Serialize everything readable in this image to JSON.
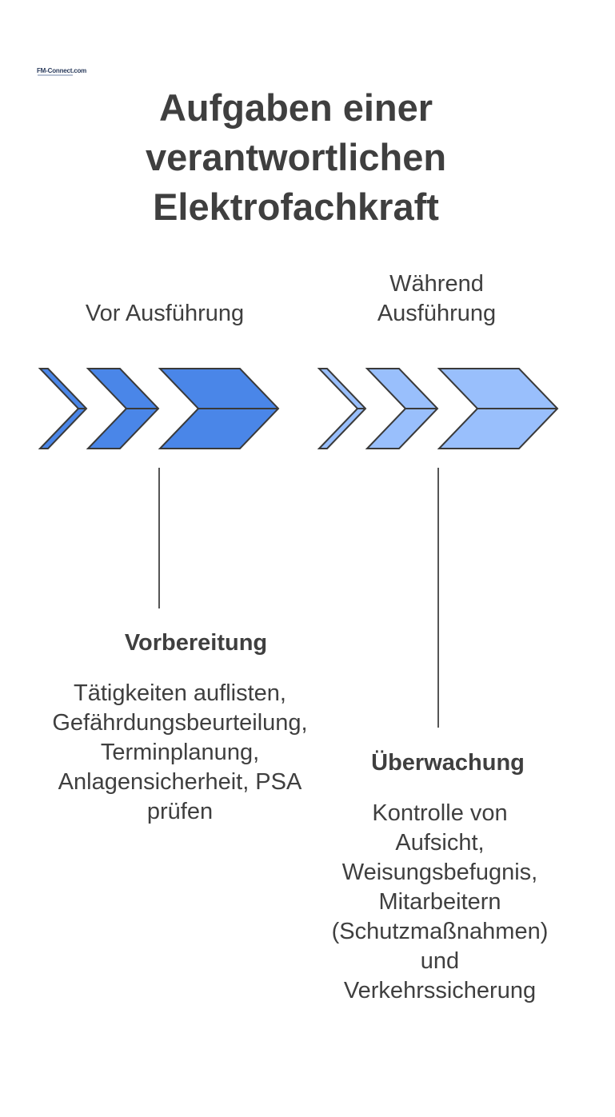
{
  "logo": {
    "text": "FM-Connect.com"
  },
  "title": {
    "lines": [
      "Aufgaben einer",
      "verantwortlichen",
      "Elektrofachkraft"
    ]
  },
  "phases": [
    {
      "label_lines": [
        "Vor Ausführung"
      ],
      "color": "#4a86e8"
    },
    {
      "label_lines": [
        "Während",
        "Ausführung"
      ],
      "color": "#99bffc"
    }
  ],
  "tasks": [
    {
      "title": "Vorbereitung",
      "description_lines": [
        "Tätigkeiten auflisten,",
        "Gefährdungsbeurteilung,",
        "Terminplanung,",
        "Anlagensicherheit, PSA",
        "prüfen"
      ]
    },
    {
      "title": "Überwachung",
      "description_lines": [
        "Kontrolle von",
        "Aufsicht,",
        "Weisungsbefugnis,",
        "Mitarbeitern",
        "(Schutzmaßnahmen)",
        "und",
        "Verkehrssicherung"
      ]
    }
  ],
  "colors": {
    "outline": "#3a3a3a",
    "text": "#3f3f3f",
    "phase_dark": "#4a86e8",
    "phase_light": "#99bffc"
  }
}
